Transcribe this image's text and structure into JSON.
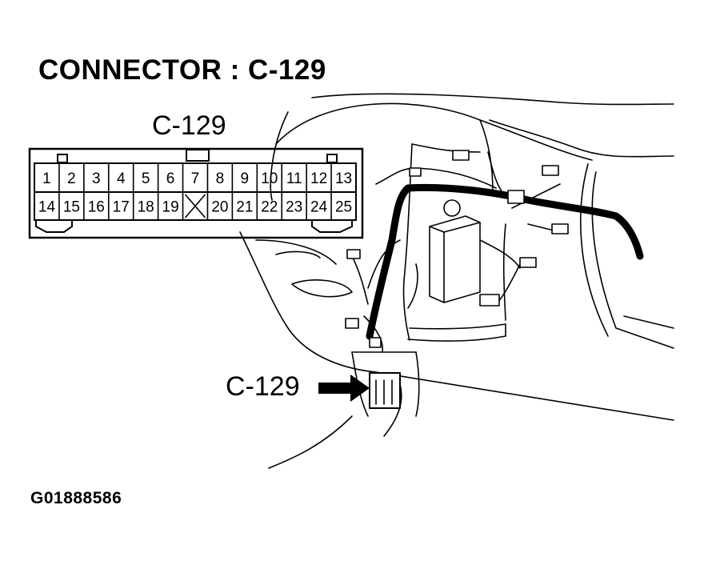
{
  "title": "CONNECTOR : C-129",
  "connector": {
    "label": "C-129",
    "top_row": [
      "1",
      "2",
      "3",
      "4",
      "5",
      "6",
      "7",
      "8",
      "9",
      "10",
      "11",
      "12",
      "13"
    ],
    "bottom_row": [
      "14",
      "15",
      "16",
      "17",
      "18",
      "19",
      "",
      "20",
      "21",
      "22",
      "23",
      "24",
      "25"
    ]
  },
  "location_label": "C-129",
  "figure_id": "G01888586",
  "colors": {
    "line": "#000000",
    "background": "#ffffff"
  }
}
